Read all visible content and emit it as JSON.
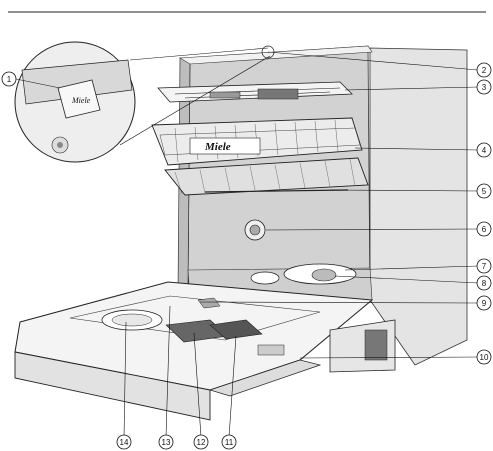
{
  "callouts": [
    {
      "id": "1",
      "label": "1"
    },
    {
      "id": "2",
      "label": "2"
    },
    {
      "id": "3",
      "label": "3"
    },
    {
      "id": "4",
      "label": "4"
    },
    {
      "id": "5",
      "label": "5"
    },
    {
      "id": "6",
      "label": "6"
    },
    {
      "id": "7",
      "label": "7"
    },
    {
      "id": "8",
      "label": "8"
    },
    {
      "id": "9",
      "label": "9"
    },
    {
      "id": "10",
      "label": "10"
    },
    {
      "id": "11",
      "label": "11"
    },
    {
      "id": "12",
      "label": "12"
    },
    {
      "id": "13",
      "label": "13"
    },
    {
      "id": "14",
      "label": "14"
    }
  ],
  "brand_marks": [
    "Miele"
  ]
}
